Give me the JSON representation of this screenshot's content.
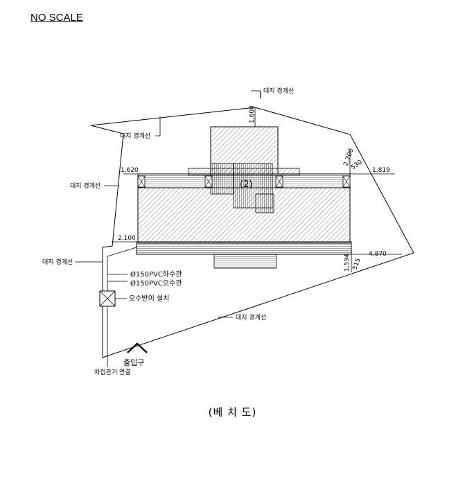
{
  "header_note": "NO SCALE",
  "caption": "(베 치 도)",
  "building_label": "(2)",
  "labels": {
    "boundary_top": "대지 경계선",
    "boundary_upper_left": "대지 경계선",
    "boundary_mid_left": "대지 경계선",
    "boundary_lower_left": "대지 경계선",
    "boundary_bottom": "대지 경계선",
    "sewer_pipe": "Ø150PVC하수관",
    "waste_pipe": "Ø150PVC오수관",
    "catch_basin": "오수받이 설치",
    "entrance": "출입구",
    "connection": "차집관거 연결"
  },
  "dimensions": {
    "top_offset": "1,600",
    "right_upper_a": "2,706",
    "right_upper_b": "530",
    "right_upper_c": "1,819",
    "left_upper": "1,620",
    "left_lower": "2,100",
    "right_lower_a": "4,870",
    "right_lower_b": "1,594",
    "right_lower_c": "515"
  }
}
